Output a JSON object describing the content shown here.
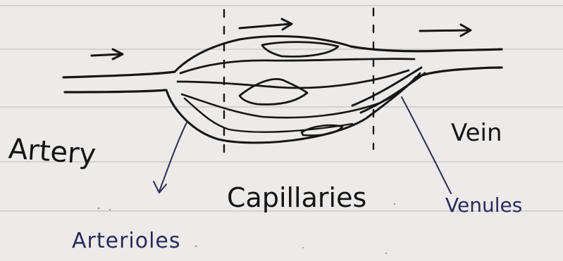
{
  "diagram": {
    "labels": {
      "artery": "Artery",
      "capillaries": "Capillaries",
      "vein": "Vein",
      "venules": "Venules",
      "arterioles": "Arterioles"
    },
    "flow_arrows": [
      "right",
      "right",
      "right"
    ],
    "colors": {
      "paper": "#ecebe9",
      "ruled_line": "#c9c9c9",
      "pen_black": "#161616",
      "pen_blue": "#2a2a5c"
    }
  }
}
